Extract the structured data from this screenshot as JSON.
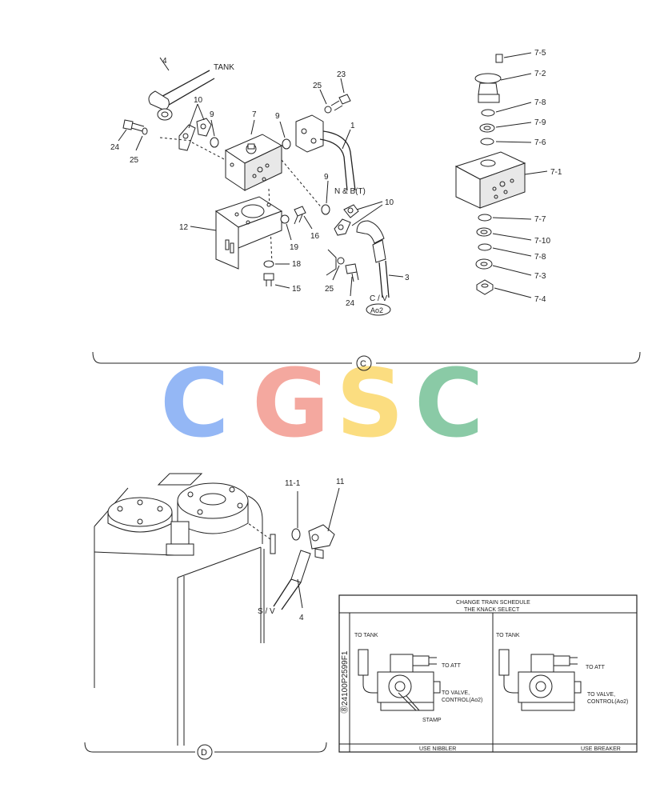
{
  "colors": {
    "ink": "#222222",
    "wm_c1": "#8fb4f5",
    "wm_g": "#f4a49a",
    "wm_s": "#fbdc7a",
    "wm_c2": "#84c8a2"
  },
  "watermark": {
    "letters": [
      "C",
      "G",
      "S",
      "C"
    ]
  },
  "section_c": {
    "marker": "C",
    "labels": {
      "tank": "TANK",
      "nb": "N & B(T)",
      "cv": "C / V",
      "ao2": "Ao2",
      "p4": "4",
      "p10a": "10",
      "p9a": "9",
      "p7": "7",
      "p9b": "9",
      "p25a": "25",
      "p23": "23",
      "p1": "1",
      "p24a": "24",
      "p25b": "25",
      "p9c": "9",
      "p10b": "10",
      "p12": "12",
      "p19": "19",
      "p16": "16",
      "p18": "18",
      "p15": "15",
      "p25c": "25",
      "p24b": "24",
      "p3": "3",
      "p7_5": "7-5",
      "p7_2": "7-2",
      "p7_8a": "7-8",
      "p7_9": "7-9",
      "p7_6": "7-6",
      "p7_1": "7-1",
      "p7_7": "7-7",
      "p7_10": "7-10",
      "p7_8b": "7-8",
      "p7_3": "7-3",
      "p7_4": "7-4"
    }
  },
  "section_d": {
    "marker": "D",
    "labels": {
      "p11_1": "11-1",
      "p11": "11",
      "sv": "S / V",
      "p4": "4"
    }
  },
  "inset": {
    "title_line1": "CHANGE TRAIN SCHEDULE",
    "title_line2": "THE KNACK SELECT",
    "side_code": "⓼24100P2599F1",
    "left": {
      "to_tank": "TO TANK",
      "to_att": "TO ATT",
      "to_valve": "TO VALVE,",
      "control": "CONTROL(Ao2)",
      "stamp": "STAMP",
      "footer": "USE NIBBLER"
    },
    "right": {
      "to_tank": "TO TANK",
      "to_att": "TO ATT",
      "to_valve": "TO VALVE,",
      "control": "CONTROL(Ao2)",
      "footer": "USE BREAKER"
    }
  }
}
